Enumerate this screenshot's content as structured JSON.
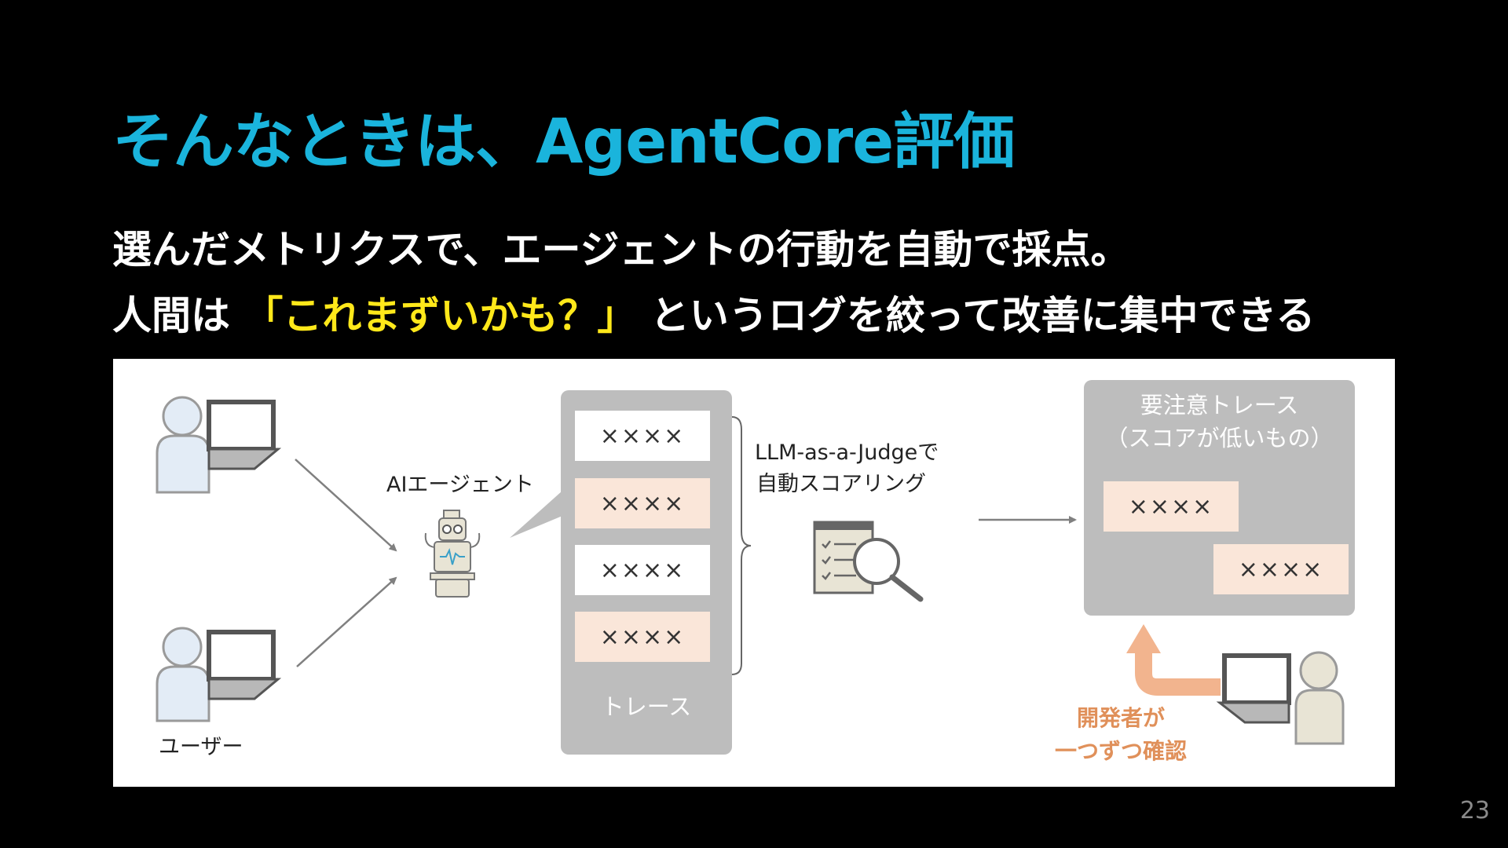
{
  "title": "そんなときは、AgentCore評価",
  "body": {
    "line1": "選んだメトリクスで、エージェントの行動を自動で採点。",
    "line2_pre": "人間は ",
    "line2_highlight": "「これまずいかも？」",
    "line2_post": " というログを絞って改善に集中できる"
  },
  "diagram": {
    "user_label": "ユーザー",
    "agent_label": "AIエージェント",
    "trace_items": [
      "××××",
      "××××",
      "××××",
      "××××"
    ],
    "trace_label": "トレース",
    "judge_label_line1": "LLM-as-a-Judgeで",
    "judge_label_line2": "自動スコアリング",
    "flagged_title_line1": "要注意トレース",
    "flagged_title_line2": "（スコアが低いもの）",
    "flagged_items": [
      "××××",
      "××××"
    ],
    "developer_label_line1": "開発者が",
    "developer_label_line2": "一つずつ確認"
  },
  "page_number": "23",
  "colors": {
    "title": "#1ab4dc",
    "highlight": "#ffe81a",
    "flag_card": "#fae6d9",
    "developer_arrow": "#f2b48e",
    "developer_text": "#e0905a"
  }
}
